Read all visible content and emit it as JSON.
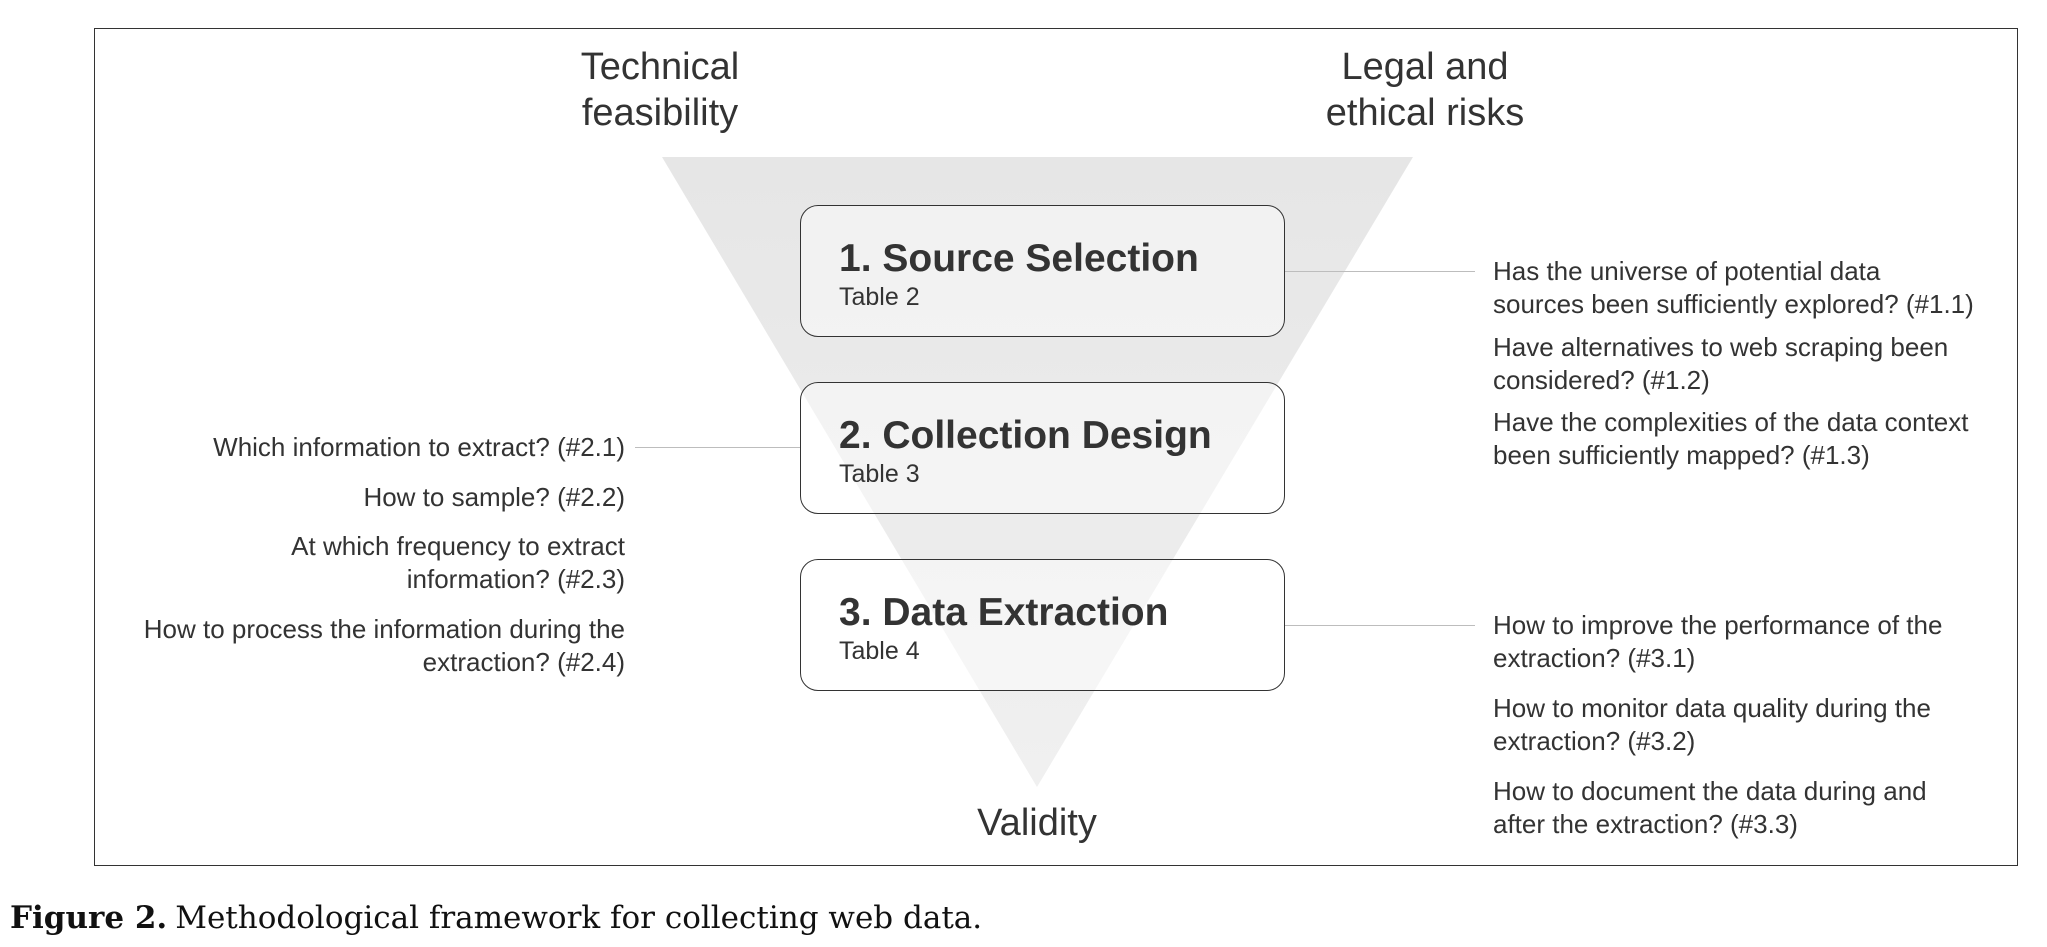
{
  "diagram": {
    "corner_left": [
      "Technical",
      "feasibility"
    ],
    "corner_right": [
      "Legal and",
      "ethical risks"
    ],
    "bottom_label": "Validity",
    "colors": {
      "funnel": "#e6e6e6",
      "border": "#333333",
      "connector": "#bdbdbd"
    },
    "stages": [
      {
        "title": "1. Source Selection",
        "ref": "Table 2"
      },
      {
        "title": "2. Collection Design",
        "ref": "Table 3"
      },
      {
        "title": "3. Data Extraction",
        "ref": "Table 4"
      }
    ],
    "questions_source": [
      [
        "Has the universe of potential data",
        "sources been sufficiently explored? (#1.1)"
      ],
      [
        "Have alternatives to web scraping been",
        "considered? (#1.2)"
      ],
      [
        "Have the complexities of the data context",
        "been sufficiently mapped? (#1.3)"
      ]
    ],
    "questions_design": [
      [
        "Which information to extract? (#2.1)"
      ],
      [
        "How to sample? (#2.2)"
      ],
      [
        "At which frequency to extract",
        "information? (#2.3)"
      ],
      [
        "How to process the information during the",
        "extraction? (#2.4)"
      ]
    ],
    "questions_extraction": [
      [
        "How to improve the performance of the",
        "extraction? (#3.1)"
      ],
      [
        "How to monitor data quality during the",
        "extraction? (#3.2)"
      ],
      [
        "How to document the data during and",
        "after the extraction? (#3.3)"
      ]
    ]
  },
  "caption": {
    "label": "Figure 2.",
    "text": "Methodological framework for collecting web data."
  }
}
